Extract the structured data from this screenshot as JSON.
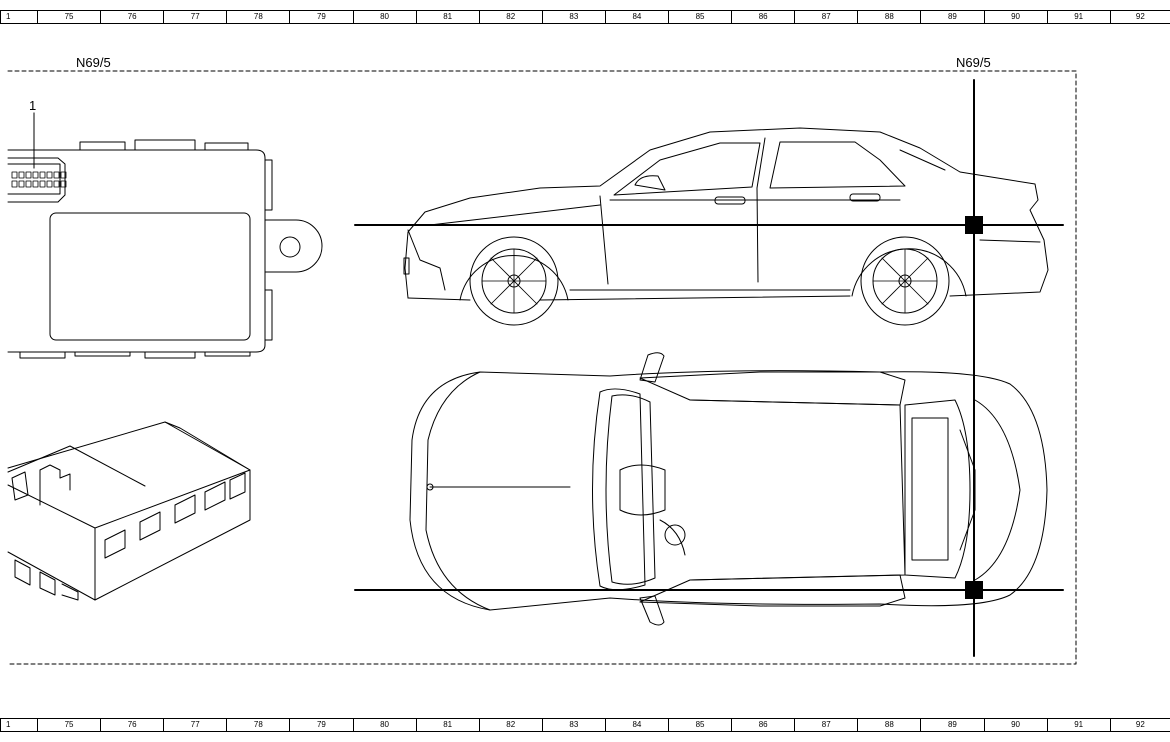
{
  "ruler": {
    "first": "1",
    "columns": [
      "75",
      "76",
      "77",
      "78",
      "79",
      "80",
      "81",
      "82",
      "83",
      "84",
      "85",
      "86",
      "87",
      "88",
      "89",
      "90",
      "91",
      "92"
    ]
  },
  "labels": {
    "component_left": "N69/5",
    "component_right": "N69/5",
    "callout_1": "1"
  }
}
